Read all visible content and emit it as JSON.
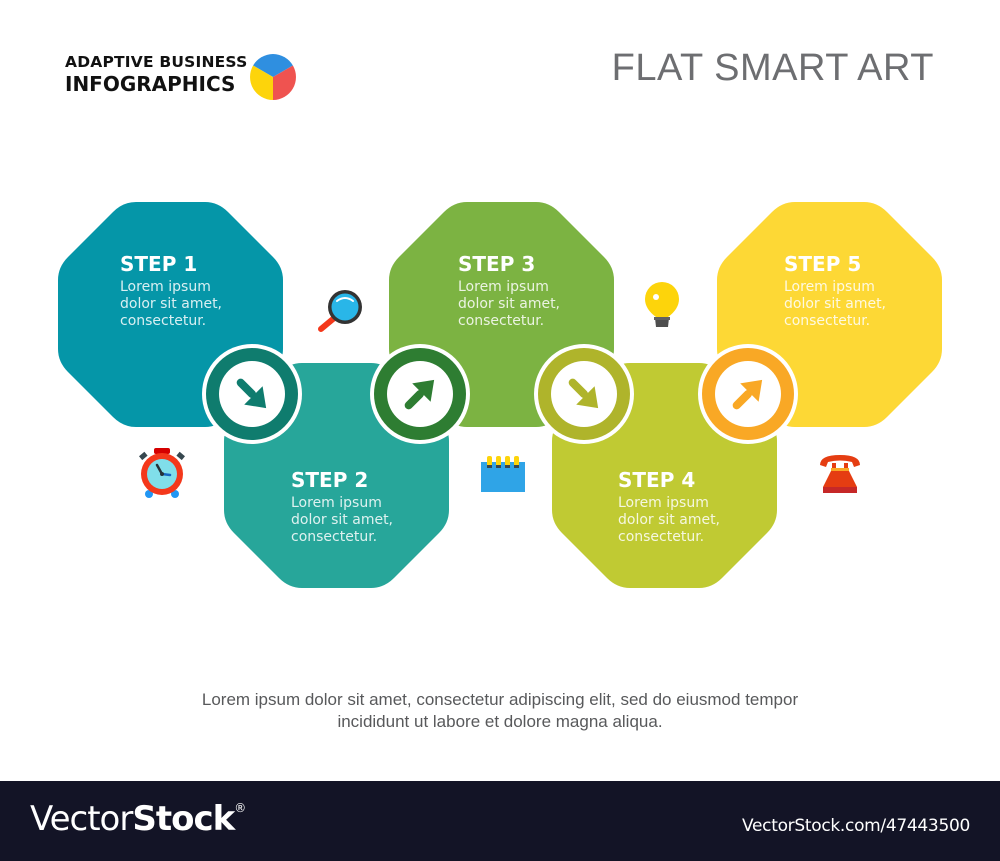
{
  "header": {
    "brand_line1": "ADAPTIVE BUSINESS",
    "brand_line2": "INFOGRAPHICS",
    "brand_icon": "pie-chart-icon",
    "title": "FLAT SMART ART"
  },
  "colors": {
    "step1": "#0596a8",
    "step2": "#27a69a",
    "step3": "#7cb342",
    "step4": "#c0ca33",
    "step5": "#fdd835",
    "connector1": "#0f7c6e",
    "connector2": "#2e7d32",
    "connector3": "#afb42b",
    "connector4": "#f9a825",
    "pie_blue": "#2f8fe0",
    "pie_red": "#ef5350",
    "pie_yellow": "#fdd40b"
  },
  "steps": [
    {
      "title": "STEP 1",
      "line1": "Lorem ipsum",
      "line2": "dolor sit amet,",
      "line3": "consectetur."
    },
    {
      "title": "STEP 2",
      "line1": "Lorem ipsum",
      "line2": "dolor sit amet,",
      "line3": "consectetur."
    },
    {
      "title": "STEP 3",
      "line1": "Lorem ipsum",
      "line2": "dolor sit amet,",
      "line3": "consectetur."
    },
    {
      "title": "STEP 4",
      "line1": "Lorem ipsum",
      "line2": "dolor sit amet,",
      "line3": "consectetur."
    },
    {
      "title": "STEP 5",
      "line1": "Lorem ipsum",
      "line2": "dolor sit amet,",
      "line3": "consectetur."
    }
  ],
  "connectors": [
    {
      "icon": "arrow-down-right-icon"
    },
    {
      "icon": "arrow-up-right-icon"
    },
    {
      "icon": "arrow-down-right-icon"
    },
    {
      "icon": "arrow-up-right-icon"
    }
  ],
  "icons": [
    {
      "name": "alarm-clock-icon"
    },
    {
      "name": "magnifier-icon"
    },
    {
      "name": "notepad-icon"
    },
    {
      "name": "light-bulb-icon"
    },
    {
      "name": "telephone-icon"
    }
  ],
  "caption": {
    "line1": "Lorem ipsum dolor sit amet, consectetur adipiscing elit, sed do eiusmod tempor",
    "line2": "incididunt ut labore et dolore magna aliqua."
  },
  "footer": {
    "logo_light": "Vector",
    "logo_bold": "Stock",
    "logo_mark": "®",
    "id_text": "VectorStock.com/47443500"
  }
}
